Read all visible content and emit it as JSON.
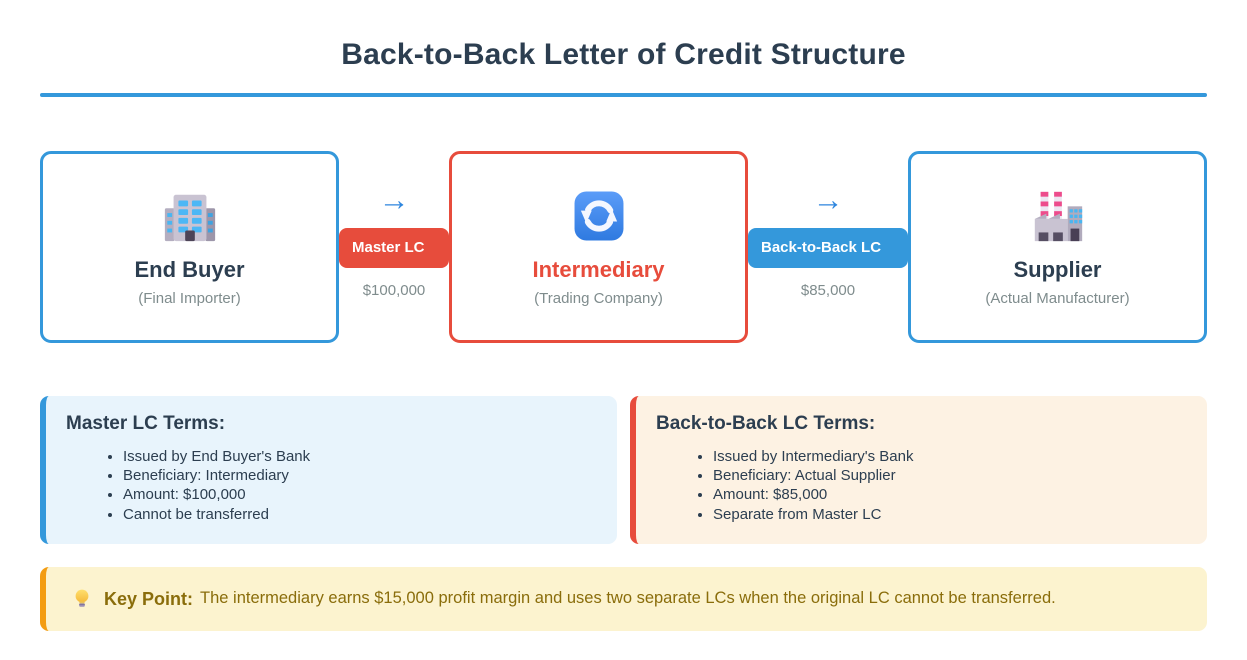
{
  "page": {
    "title": "Back-to-Back Letter of Credit Structure"
  },
  "flow": {
    "nodes": [
      {
        "name": "End Buyer",
        "subtitle": "(Final Importer)",
        "icon": "office-building-icon"
      },
      {
        "name": "Intermediary",
        "subtitle": "(Trading Company)",
        "icon": "refresh-icon"
      },
      {
        "name": "Supplier",
        "subtitle": "(Actual Manufacturer)",
        "icon": "factory-icon"
      }
    ],
    "connectors": [
      {
        "arrow": "→",
        "label": "Master LC",
        "amount": "$100,000"
      },
      {
        "arrow": "→",
        "label": "Back-to-Back LC",
        "amount": "$85,000"
      }
    ]
  },
  "terms": [
    {
      "heading": "Master LC Terms:",
      "items": [
        "Issued by End Buyer's Bank",
        "Beneficiary: Intermediary",
        "Amount: $100,000",
        "Cannot be transferred"
      ]
    },
    {
      "heading": "Back-to-Back LC Terms:",
      "items": [
        "Issued by Intermediary's Bank",
        "Beneficiary: Actual Supplier",
        "Amount: $85,000",
        "Separate from Master LC"
      ]
    }
  ],
  "key_point": {
    "icon": "light-bulb-icon",
    "label": "Key Point:",
    "text": "The intermediary earns $15,000 profit margin and uses two separate LCs when the original LC cannot be transferred."
  },
  "colors": {
    "accent_blue": "#3498db",
    "accent_red": "#e74c3c",
    "arrow_blue": "#2e86de",
    "title_navy": "#2c3e50",
    "muted_gray": "#7f8c8d",
    "terms_blue_bg": "#e8f4fc",
    "terms_cream_bg": "#fdf2e3",
    "keypoint_bg": "#fcf3cf",
    "keypoint_border": "#f39c12",
    "keypoint_text": "#8a6d0b"
  }
}
